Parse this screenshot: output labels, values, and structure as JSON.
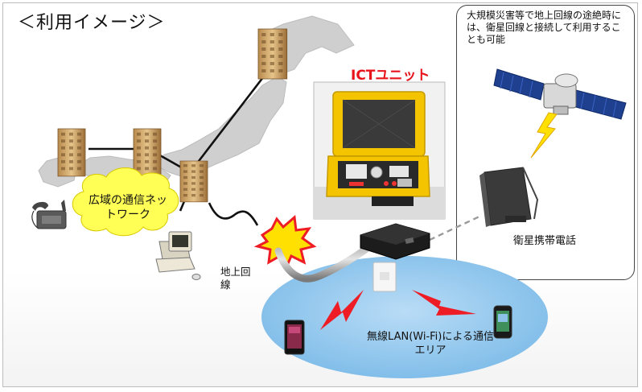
{
  "heading": "＜利用イメージ＞",
  "network_label": "広域の通信ネットワーク",
  "ict_unit_title": "ICTユニット",
  "satellite_note": "大規模災害等で地上回線の途絶時には、衛星回線と接続して利用することも可能",
  "satellite_phone_label": "衛星携帯電話",
  "wired_line_label": "地上回線",
  "wifi_area_label": "無線LAN(Wi-Fi)による通信エリア",
  "colors": {
    "ict_title": "#e8141c",
    "wifi_area": "#8fc6ee",
    "cloud": "#ffff55",
    "lightning_red": "#ee1c24",
    "lightning_yellow": "#ffe000",
    "japan_map": "#cfcfcf"
  },
  "icons": [
    "building-icon",
    "telephone-icon",
    "computer-icon",
    "satellite-icon",
    "satellite-phone-icon",
    "ict-unit-case-icon",
    "access-point-icon",
    "smartphone-icon",
    "lightning-icon",
    "disconnection-burst-icon"
  ]
}
